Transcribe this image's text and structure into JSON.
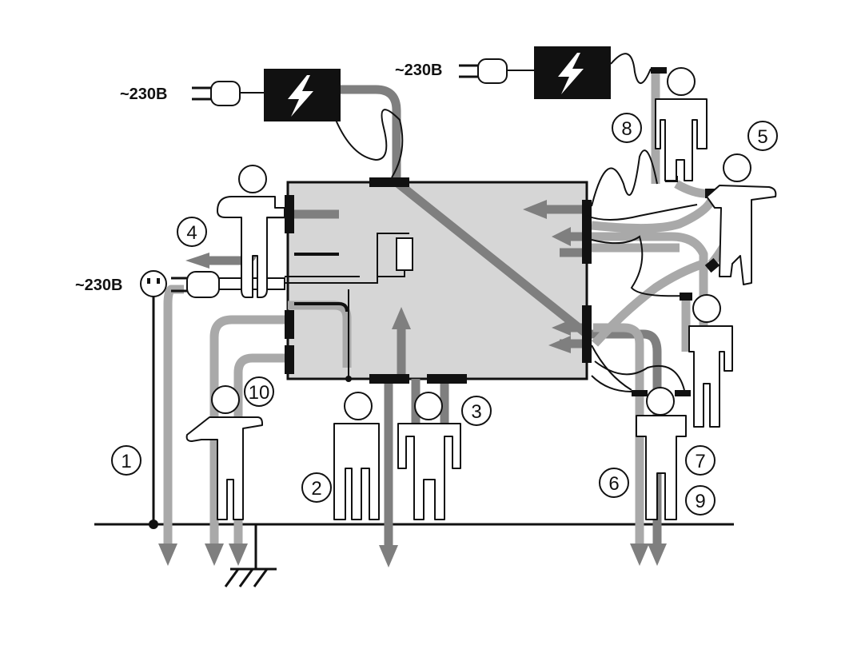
{
  "labels": {
    "supply_left": "~230В",
    "supply_top": "~230В",
    "supply_outlet": "~230В"
  },
  "markers": [
    "1",
    "2",
    "3",
    "4",
    "5",
    "6",
    "7",
    "8",
    "9",
    "10"
  ],
  "colors": {
    "enclosure": "#d6d6d6",
    "current_path": "#7f7f7f",
    "current_path_light": "#a9a9a9",
    "line": "#111111",
    "adapter": "#111111"
  },
  "icons": [
    "power-adapter-icon",
    "lightning-bolt-icon",
    "plug-icon",
    "outlet-icon",
    "ground-symbol-icon",
    "person-icon"
  ]
}
